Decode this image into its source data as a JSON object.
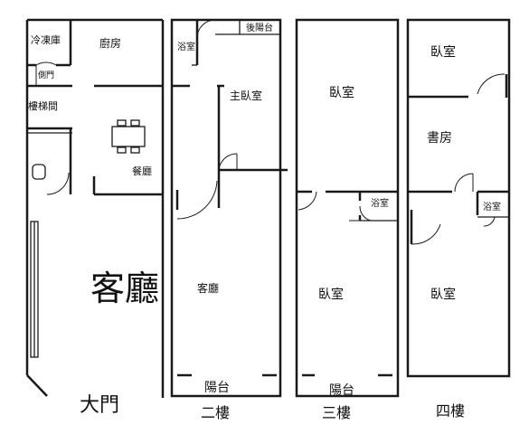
{
  "floor1": {
    "freezer": "冷凍庫",
    "side_door": "側門",
    "kitchen": "廚房",
    "stairwell": "樓梯間",
    "dining": "餐廳",
    "living": "客廳",
    "main_door": "大門"
  },
  "floor2": {
    "bath": "浴室",
    "rear_balcony": "後陽台",
    "master_bedroom": "主臥室",
    "living": "客廳",
    "balcony": "陽台",
    "title": "二樓"
  },
  "floor3": {
    "bedroom_top": "臥室",
    "bath": "浴室",
    "bedroom_bottom": "臥室",
    "balcony": "陽台",
    "title": "三樓"
  },
  "floor4": {
    "bedroom_top": "臥室",
    "study": "書房",
    "bath": "浴室",
    "bedroom_bottom": "臥室",
    "title": "四樓"
  }
}
